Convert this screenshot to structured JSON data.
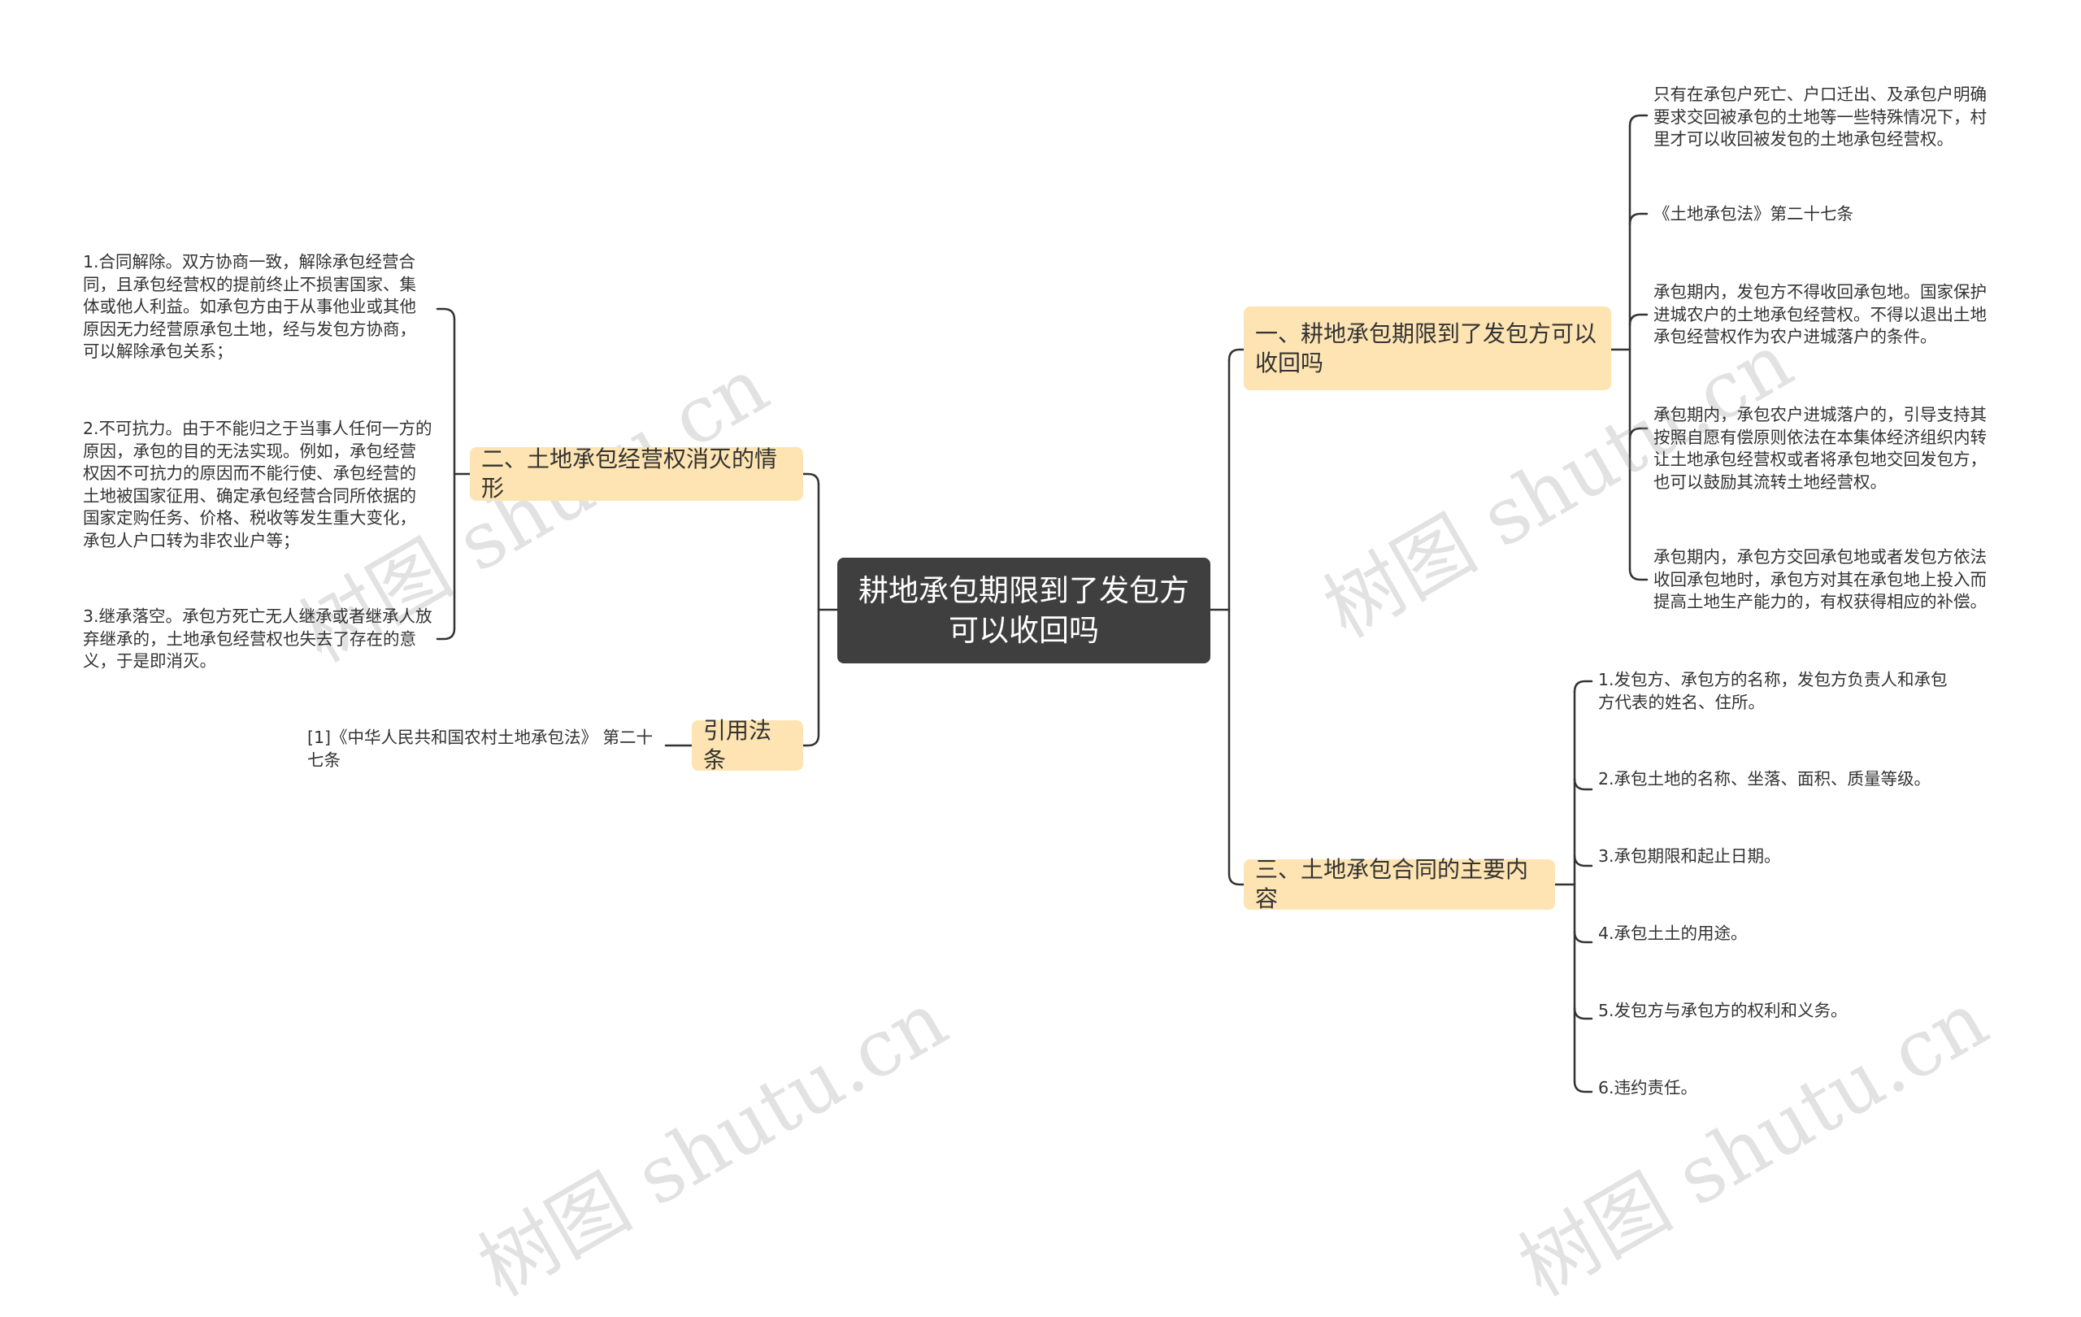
{
  "root": {
    "title": "耕地承包期限到了发包方可以收回吗"
  },
  "branches": {
    "b1": {
      "label": "一、耕地承包期限到了发包方可以收回吗",
      "leaves": [
        "只有在承包户死亡、户口迁出、及承包户明确要求交回被承包的土地等一些特殊情况下，村里才可以收回被发包的土地承包经营权。",
        "《土地承包法》第二十七条",
        "承包期内，发包方不得收回承包地。国家保护进城农户的土地承包经营权。不得以退出土地承包经营权作为农户进城落户的条件。",
        "承包期内，承包农户进城落户的，引导支持其按照自愿有偿原则依法在本集体经济组织内转让土地承包经营权或者将承包地交回发包方，也可以鼓励其流转土地经营权。",
        "承包期内，承包方交回承包地或者发包方依法收回承包地时，承包方对其在承包地上投入而提高土地生产能力的，有权获得相应的补偿。"
      ]
    },
    "b2": {
      "label": "二、土地承包经营权消灭的情形",
      "leaves": [
        "1.合同解除。双方协商一致，解除承包经营合同，且承包经营权的提前终止不损害国家、集体或他人利益。如承包方由于从事他业或其他原因无力经营原承包土地，经与发包方协商，可以解除承包关系；",
        "2.不可抗力。由于不能归之于当事人任何一方的原因，承包的目的无法实现。例如，承包经营权因不可抗力的原因而不能行使、承包经营的土地被国家征用、确定承包经营合同所依据的国家定购任务、价格、税收等发生重大变化，承包人户口转为非农业户等；",
        "3.继承落空。承包方死亡无人继承或者继承人放弃继承的，土地承包经营权也失去了存在的意义，于是即消灭。"
      ]
    },
    "b3": {
      "label": "三、土地承包合同的主要内容",
      "leaves": [
        "1.发包方、承包方的名称，发包方负责人和承包方代表的姓名、住所。",
        "2.承包土地的名称、坐落、面积、质量等级。",
        "3.承包期限和起止日期。",
        "4.承包土土的用途。",
        "5.发包方与承包方的权利和义务。",
        "6.违约责任。"
      ]
    },
    "b4": {
      "label": "引用法条",
      "leaves": [
        "[1]《中华人民共和国农村土地承包法》 第二十七条"
      ]
    }
  },
  "watermark": {
    "text": "树图 shutu.cn"
  },
  "colors": {
    "root_bg": "#3f3f3f",
    "branch_bg": "#fde4b2",
    "connector": "#333333",
    "text": "#333333"
  }
}
